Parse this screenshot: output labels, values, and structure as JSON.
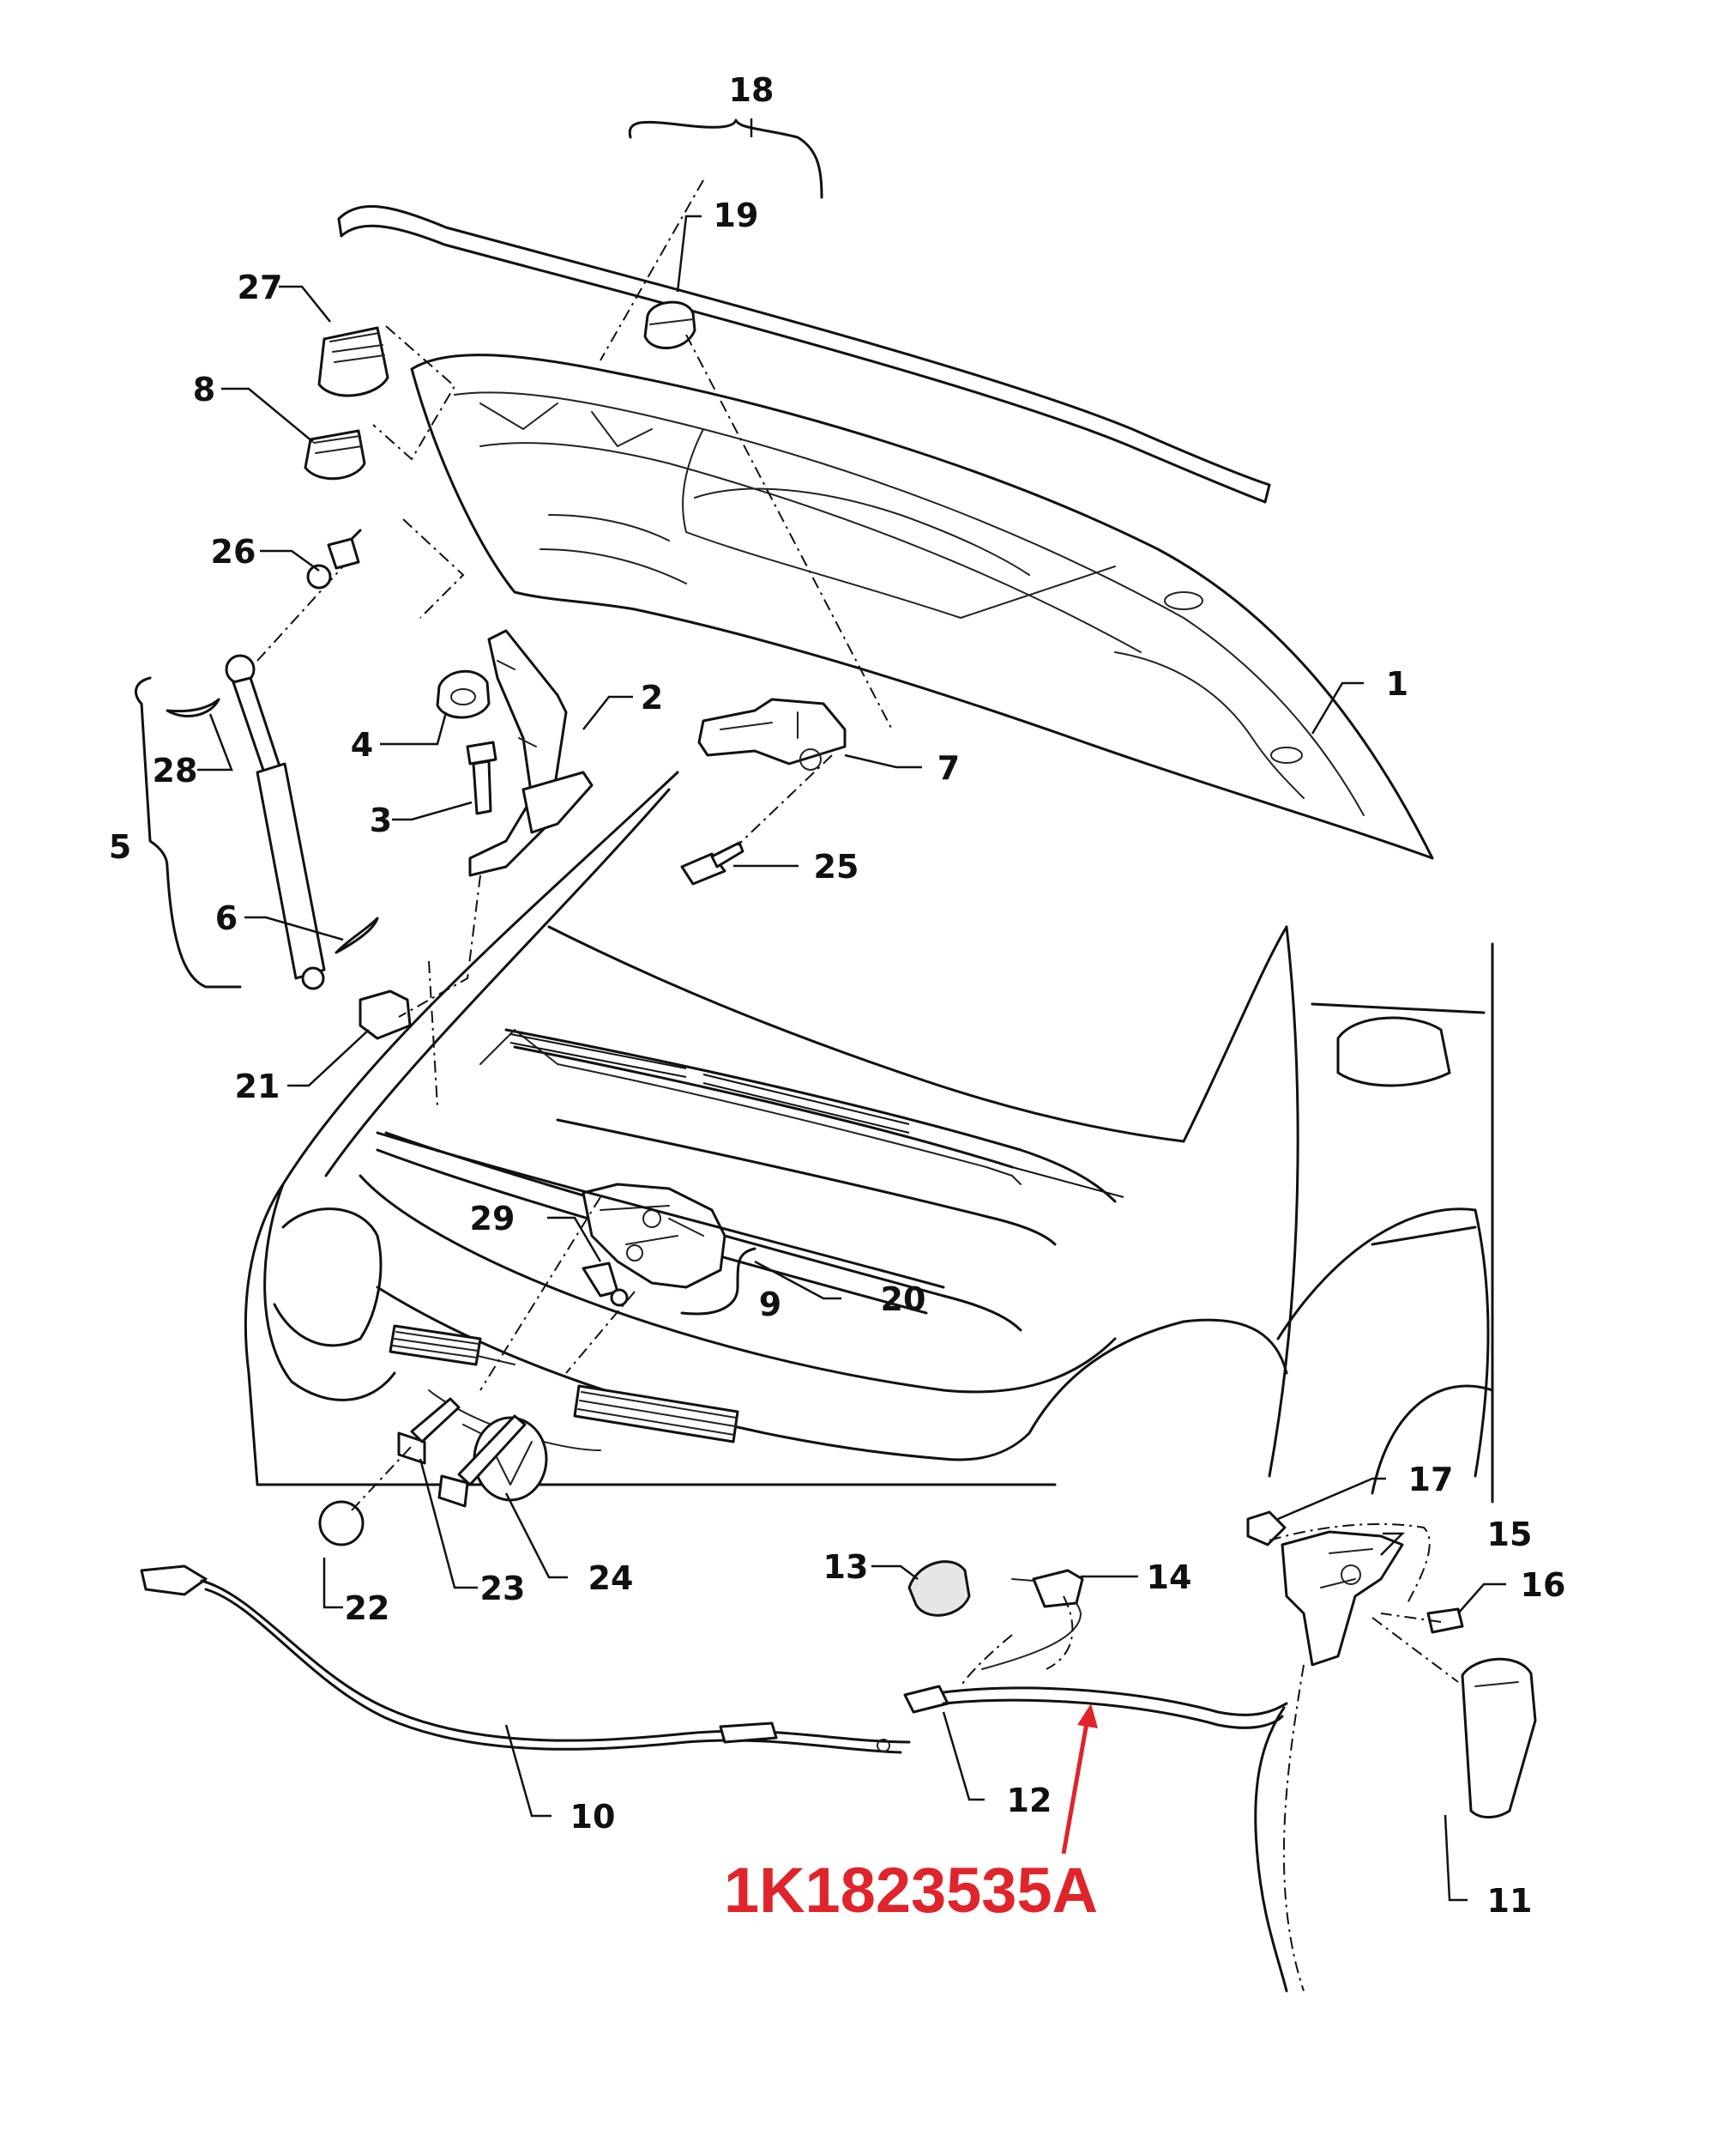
{
  "labels": {
    "n1": "1",
    "n2": "2",
    "n3": "3",
    "n4": "4",
    "n5": "5",
    "n6": "6",
    "n7": "7",
    "n8": "8",
    "n9": "9",
    "n10": "10",
    "n11": "11",
    "n12": "12",
    "n13": "13",
    "n14": "14",
    "n15": "15",
    "n16": "16",
    "n17": "17",
    "n18": "18",
    "n19": "19",
    "n20": "20",
    "n21": "21",
    "n22": "22",
    "n23": "23",
    "n24": "24",
    "n25": "25",
    "n26": "26",
    "n27": "27",
    "n28": "28",
    "n29": "29"
  },
  "highlight": {
    "part_number": "1K1823535A",
    "color": "#e0242b"
  }
}
